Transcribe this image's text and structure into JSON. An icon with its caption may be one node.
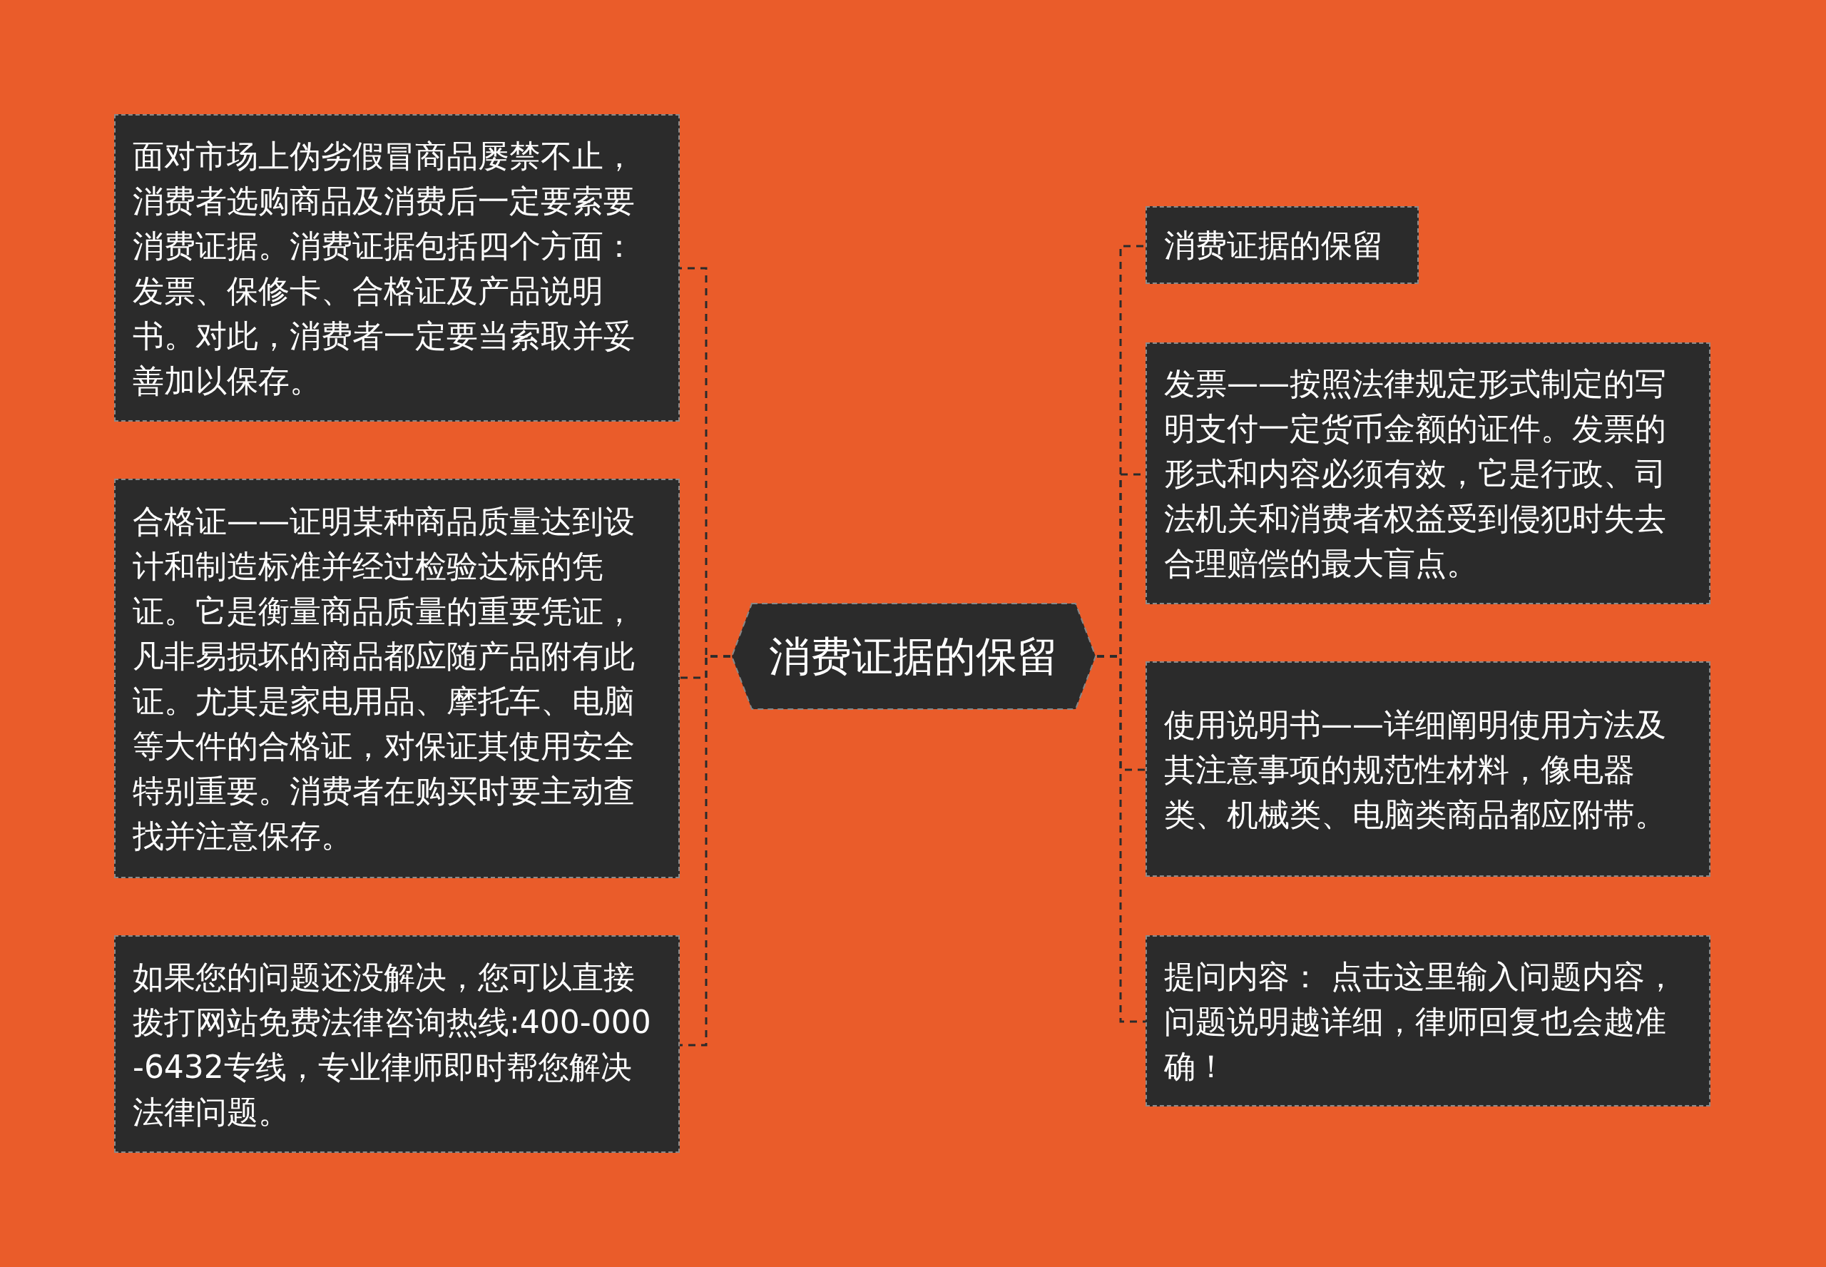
{
  "diagram": {
    "nodes": [
      {
        "text": [
          "消费证据的保留"
        ]
      },
      {
        "text": [
          "面对市场上伪劣假冒商品屡禁不止，消费者选购商品及消费后一定要索要消费证据。消费证据包括四个方面：发票、保修卡、合格证及产品说明书。对此，消费者一定要当索取并妥善加以保存。"
        ]
      },
      {
        "text": [
          "合格证——证明某种商品质量达到设计和制造标准并经过检验达标的凭证。它是衡量商品质量的重要凭证，凡非易损坏的商品都应随产品附有此证。尤其是家电用品、摩托车、电脑等大件的合格证，对保证其使用安全特别重要。消费者在购买时要主动查找并注意保存。"
        ]
      },
      {
        "text": [
          "如果您的问题还没解决，您可以直接拨打网站免费法律咨询热线:400-000-6432专线，专业律师即时帮您解决法律问题。"
        ]
      },
      {
        "text": [
          "消费证据的保留"
        ]
      },
      {
        "text": [
          "发票——按照法律规定形式制定的写明支付一定货币金额的证件。发票的形式和内容必须有效，它是行政、司法机关和消费者权益受到侵犯时失去合理赔偿的最大盲点。"
        ]
      },
      {
        "text": [
          "使用说明书——详细阐明使用方法及其注意事项的规范性材料，像电器类、机械类、电脑类商品都应附带。"
        ]
      },
      {
        "text": [
          "提问内容： 点击这里输入问题内容，问题说明越详细，律师回复也会越准确！"
        ]
      }
    ],
    "edges": [
      {
        "from": 0,
        "to": 1,
        "arrow": "none",
        "style": "dashed"
      },
      {
        "from": 0,
        "to": 2,
        "arrow": "none",
        "style": "dashed"
      },
      {
        "from": 0,
        "to": 3,
        "arrow": "none",
        "style": "dashed"
      },
      {
        "from": 0,
        "to": 4,
        "arrow": "none",
        "style": "dashed"
      },
      {
        "from": 0,
        "to": 5,
        "arrow": "none",
        "style": "dashed"
      },
      {
        "from": 0,
        "to": 6,
        "arrow": "none",
        "style": "dashed"
      },
      {
        "from": 0,
        "to": 7,
        "arrow": "none",
        "style": "dashed"
      }
    ]
  }
}
